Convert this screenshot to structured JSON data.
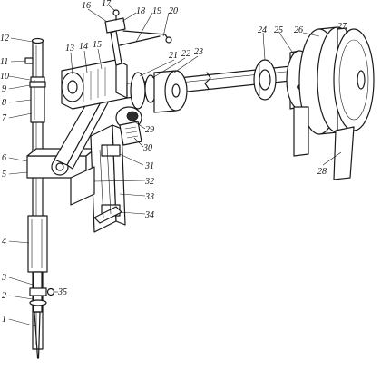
{
  "labels": [
    {
      "text": "1"
    },
    {
      "text": "2"
    },
    {
      "text": "3"
    },
    {
      "text": "4"
    },
    {
      "text": "5"
    },
    {
      "text": "6"
    },
    {
      "text": "7"
    },
    {
      "text": "8"
    },
    {
      "text": "9"
    },
    {
      "text": "10"
    },
    {
      "text": "11"
    },
    {
      "text": "12"
    },
    {
      "text": "13"
    },
    {
      "text": "14"
    },
    {
      "text": "15"
    },
    {
      "text": "16"
    },
    {
      "text": "17"
    },
    {
      "text": "18"
    },
    {
      "text": "19"
    },
    {
      "text": "20"
    },
    {
      "text": "21"
    },
    {
      "text": "22"
    },
    {
      "text": "23"
    },
    {
      "text": "24"
    },
    {
      "text": "25"
    },
    {
      "text": "26"
    },
    {
      "text": "27"
    },
    {
      "text": "28"
    },
    {
      "text": "29"
    },
    {
      "text": "30"
    },
    {
      "text": "31"
    },
    {
      "text": "32"
    },
    {
      "text": "33"
    },
    {
      "text": "34"
    },
    {
      "text": "35"
    }
  ]
}
